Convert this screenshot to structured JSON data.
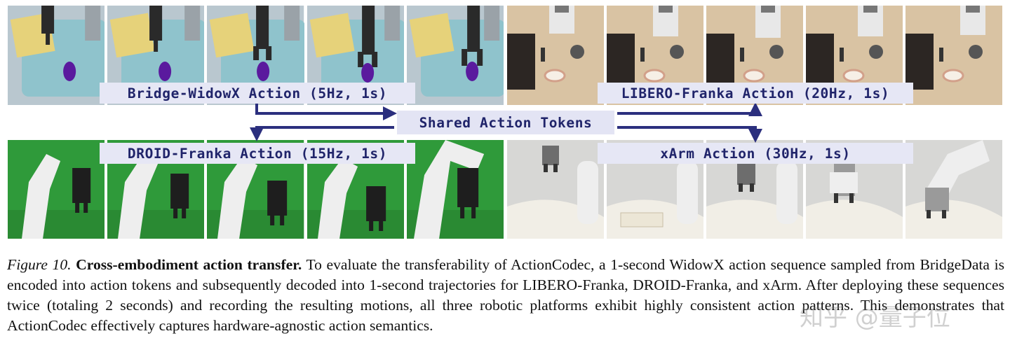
{
  "figure": {
    "shared_label": "Shared Action Tokens",
    "panels": {
      "bridge": {
        "label": "Bridge-WidowX Action (5Hz, 1s)"
      },
      "libero": {
        "label": "LIBERO-Franka Action (20Hz, 1s)"
      },
      "droid": {
        "label": "DROID-Franka Action (15Hz, 1s)"
      },
      "xarm": {
        "label": "xArm Action (30Hz, 1s)"
      }
    },
    "colors": {
      "arrow": "#2b2f7e",
      "label_bg": "#e6e7f5",
      "label_text": "#20246a",
      "bridge_water": "#8fc3cc",
      "basket": "#e6d27a",
      "eggplant": "#5a1a9e",
      "table_wood": "#d9c3a3",
      "green_screen": "#2f9a3a",
      "robot_white": "#eeeeee",
      "cloth": "#f1eee6"
    }
  },
  "caption": {
    "label": "Figure 10.",
    "title": "Cross-embodiment action transfer.",
    "body": "To evaluate the transferability of ActionCodec, a 1-second WidowX action sequence sampled from BridgeData is encoded into action tokens and subsequently decoded into 1-second trajectories for LIBERO-Franka, DROID-Franka, and xArm. After deploying these sequences twice (totaling 2 seconds) and recording the resulting motions, all three robotic platforms exhibit highly consistent action patterns. This demonstrates that ActionCodec effectively captures hardware-agnostic action semantics."
  },
  "watermark": {
    "text": "知乎 @量子位"
  }
}
